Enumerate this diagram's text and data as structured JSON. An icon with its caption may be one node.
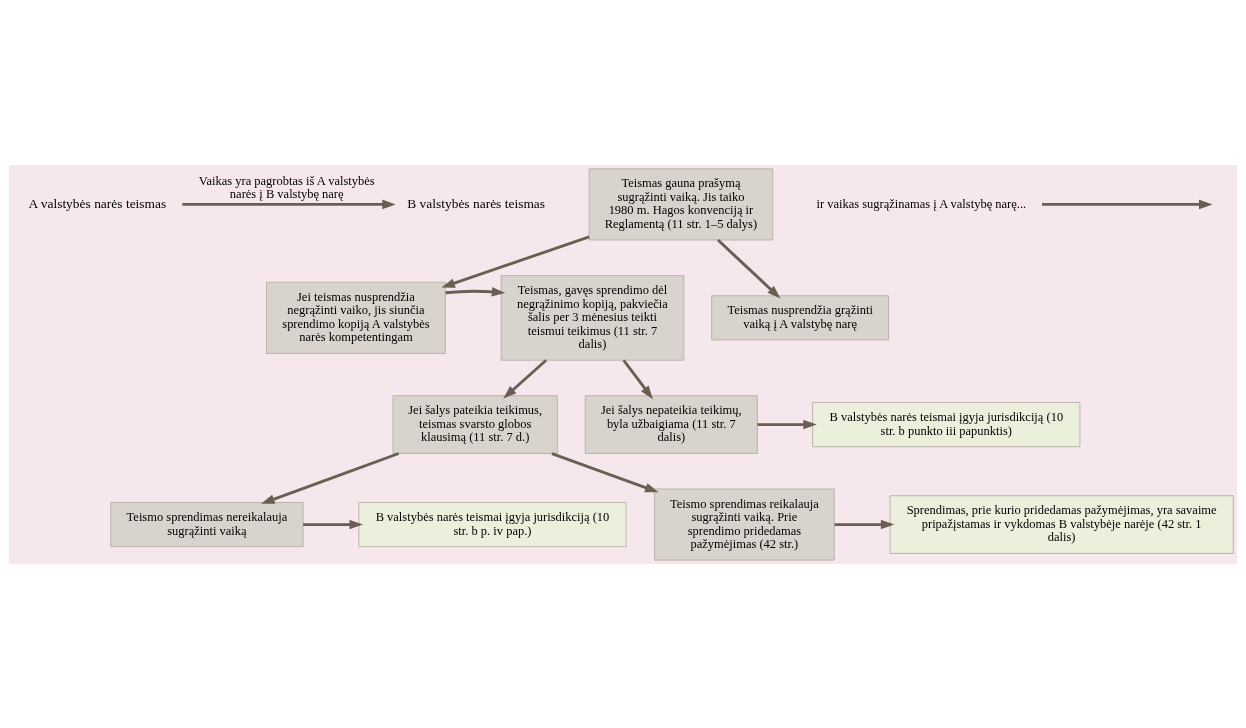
{
  "diagram": {
    "nodes": [
      {
        "text": [
          "A valstybės narės teismas"
        ]
      },
      {
        "text": [
          "B valstybės narės teismas"
        ]
      },
      {
        "text": [
          "Teismas gauna prašymą sugrąžinti vaiką. Jis taiko 1980 m. Hagos konvenciją ir Reglamentą (11 str. 1–5 dalys)"
        ]
      },
      {
        "text": [
          "Jei teismas nusprendžia negrąžinti vaiko, jis siunčia sprendimo kopiją A valstybės narės kompetentingam"
        ]
      },
      {
        "text": [
          "Teismas nusprendžia grąžinti vaiką į A valstybę narę"
        ]
      },
      {
        "text": [
          "Teismas, gavęs sprendimo dėl negrąžinimo kopiją, pakviečia šalis per 3 mėnesius teikti teismui teikimus (11 str. 7 dalis)"
        ]
      },
      {
        "text": [
          "Jei šalys pateikia teikimus, teismas svarsto globos klausimą (11 str. 7 d.)"
        ]
      },
      {
        "text": [
          "Jei šalys nepateikia teikimų, byla užbaigiama (11 str. 7 dalis)"
        ]
      },
      {
        "text": [
          "B valstybės narės teismai įgyja jurisdikciją (10 str. b punkto iii papunktis)"
        ]
      },
      {
        "text": [
          "Teismo sprendimas nereikalauja sugrąžinti vaiką"
        ]
      },
      {
        "text": [
          "B valstybės narės teismai įgyja jurisdikciją (10 str. b p. iv pap.)"
        ]
      },
      {
        "text": [
          "Teismo sprendimas reikalauja sugrąžinti vaiką. Prie sprendimo pridedamas pažymėjimas (42 str.)"
        ]
      },
      {
        "text": [
          "Sprendimas, prie kurio pridedamas pažymėjimas, yra savaime pripažįstamas ir vykdomas B valstybėje narėje (42 str. 1 dalis)"
        ]
      },
      {
        "text": [
          "ir vaikas sugrąžinamas į A valstybę narę..."
        ]
      }
    ],
    "edges": [
      {
        "from": 0,
        "to": 1,
        "arrow": "to",
        "label": "Vaikas yra pagrobtas iš A valstybės narės į B valstybę narę"
      },
      {
        "from": 2,
        "to": 3,
        "arrow": "to"
      },
      {
        "from": 2,
        "to": 4,
        "arrow": "to"
      },
      {
        "from": 3,
        "to": 5,
        "arrow": "to"
      },
      {
        "from": 5,
        "to": 6,
        "arrow": "to"
      },
      {
        "from": 5,
        "to": 7,
        "arrow": "to"
      },
      {
        "from": 7,
        "to": 8,
        "arrow": "to"
      },
      {
        "from": 6,
        "to": 9,
        "arrow": "to"
      },
      {
        "from": 6,
        "to": 11,
        "arrow": "to"
      },
      {
        "from": 9,
        "to": 10,
        "arrow": "to"
      },
      {
        "from": 11,
        "to": 12,
        "arrow": "to"
      },
      {
        "from": 13,
        "to": null,
        "arrow": "to"
      }
    ]
  }
}
